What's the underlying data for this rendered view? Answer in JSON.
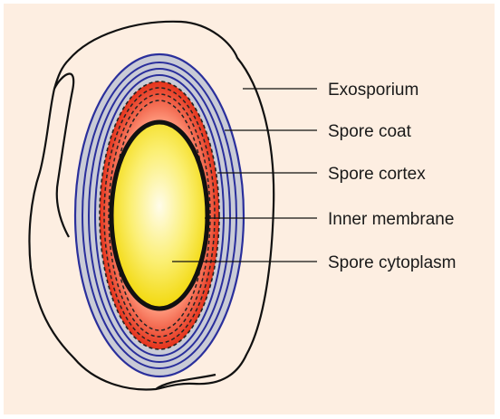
{
  "labels": {
    "exosporium": "Exosporium",
    "spore_coat": "Spore coat",
    "spore_cortex": "Spore cortex",
    "inner_membrane": "Inner membrane",
    "spore_cytoplasm": "Spore cytoplasm"
  },
  "colors": {
    "background": "#fdeee1",
    "coat_blue": "#2a2f9c",
    "coat_gray": "#c9cbd6",
    "cortex_outer": "#e0361f",
    "cortex_inner": "#ff8a6b",
    "inner_membrane": "#111111",
    "cytoplasm_center": "#fffbe6",
    "cytoplasm_edge": "#f7e21a"
  }
}
